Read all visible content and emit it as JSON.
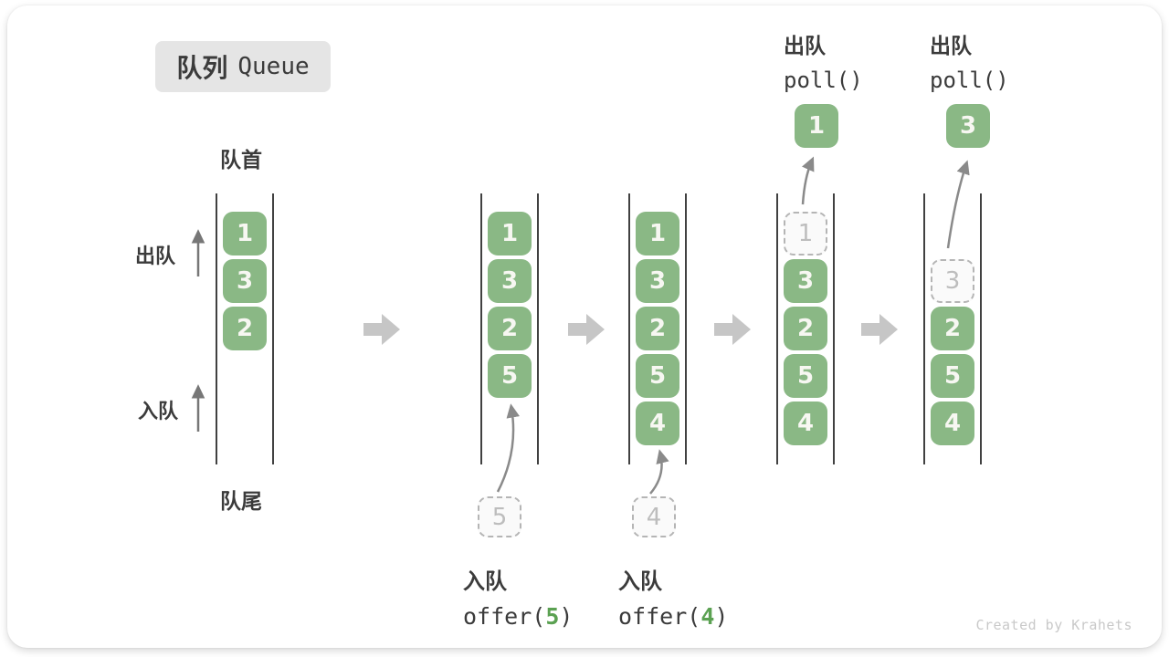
{
  "title": {
    "zh": "队列",
    "en": "Queue"
  },
  "side_labels": {
    "front": "队首",
    "rear": "队尾",
    "dequeue": "出队",
    "enqueue": "入队"
  },
  "queues": [
    {
      "cells": [
        {
          "value": "1",
          "type": "solid"
        },
        {
          "value": "3",
          "type": "solid"
        },
        {
          "value": "2",
          "type": "solid"
        }
      ]
    },
    {
      "cells": [
        {
          "value": "1",
          "type": "solid"
        },
        {
          "value": "3",
          "type": "solid"
        },
        {
          "value": "2",
          "type": "solid"
        },
        {
          "value": "5",
          "type": "solid"
        }
      ],
      "incoming": {
        "value": "5"
      }
    },
    {
      "cells": [
        {
          "value": "1",
          "type": "solid"
        },
        {
          "value": "3",
          "type": "solid"
        },
        {
          "value": "2",
          "type": "solid"
        },
        {
          "value": "5",
          "type": "solid"
        },
        {
          "value": "4",
          "type": "solid"
        }
      ],
      "incoming": {
        "value": "4"
      }
    },
    {
      "cells": [
        {
          "value": "1",
          "type": "dashed"
        },
        {
          "value": "3",
          "type": "solid"
        },
        {
          "value": "2",
          "type": "solid"
        },
        {
          "value": "5",
          "type": "solid"
        },
        {
          "value": "4",
          "type": "solid"
        }
      ],
      "top_label": {
        "zh": "出队",
        "code": "poll()"
      },
      "popped": {
        "value": "1"
      }
    },
    {
      "cells": [
        {
          "value": "",
          "type": "empty"
        },
        {
          "value": "3",
          "type": "dashed"
        },
        {
          "value": "2",
          "type": "solid"
        },
        {
          "value": "5",
          "type": "solid"
        },
        {
          "value": "4",
          "type": "solid"
        }
      ],
      "top_label": {
        "zh": "出队",
        "code": "poll()"
      },
      "popped": {
        "value": "3"
      }
    }
  ],
  "bottom_ops": [
    {
      "zh": "入队",
      "code_before": "offer(",
      "arg": "5",
      "code_after": ")"
    },
    {
      "zh": "入队",
      "code_before": "offer(",
      "arg": "4",
      "code_after": ")"
    }
  ],
  "watermark": "Created by Krahets",
  "colors": {
    "cell_green": "#8ab885",
    "cell_text": "#f7f7f2",
    "arg_green": "#5ba152",
    "dashed_border": "#b5b5b5",
    "dashed_text": "#bdbdbd",
    "label_dark": "#3b3b3b",
    "queue_line": "#414141",
    "block_arrow": "#c6c6c6",
    "thin_arrow": "#777777",
    "curve_arrow": "#8a8a8a",
    "title_bg": "#e5e5e5",
    "watermark_gray": "#c9c9c9"
  }
}
